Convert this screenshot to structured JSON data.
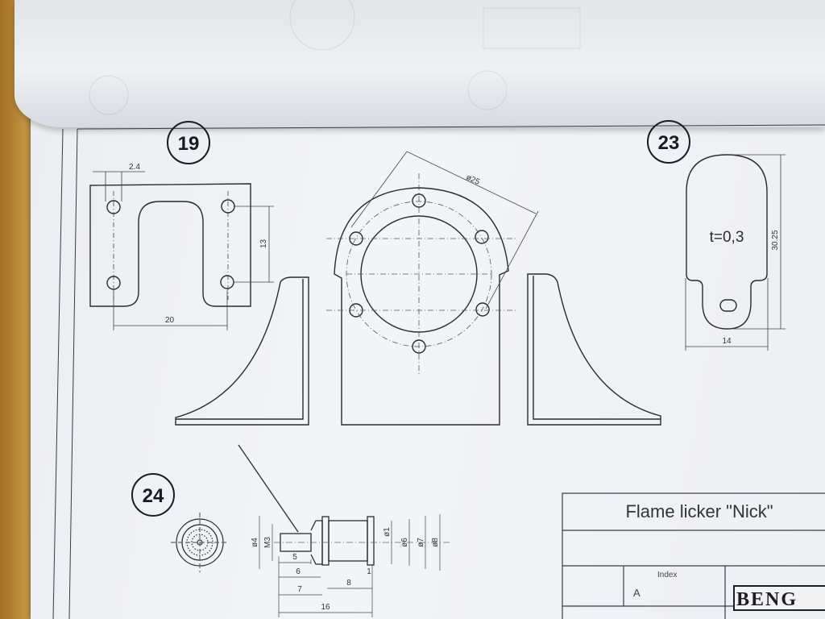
{
  "parts": [
    {
      "number": "19",
      "dims": {
        "a": "2.4",
        "b": "13",
        "c": "20"
      }
    },
    {
      "number": "23",
      "thickness": "t=0,3",
      "dims": {
        "height": "30.25",
        "width": "14"
      }
    },
    {
      "number": "24",
      "dims": {
        "d4": "ø4",
        "m3": "M3",
        "d1": "ø1",
        "d6": "ø6",
        "d7": "ø7",
        "d8": "ø8",
        "l5": "5",
        "l6": "6",
        "l7": "7",
        "l8": "8",
        "l1": "1",
        "l16": "16"
      }
    }
  ],
  "center_view": {
    "diameter": "ø25"
  },
  "title_block": {
    "title": "Flame licker \"Nick\"",
    "index_label": "Index",
    "index_value": "A",
    "logo_text": "BENG"
  },
  "colors": {
    "line": "#2a2a30",
    "paper": "#f1f2f4",
    "desk": "#b88a3c"
  }
}
